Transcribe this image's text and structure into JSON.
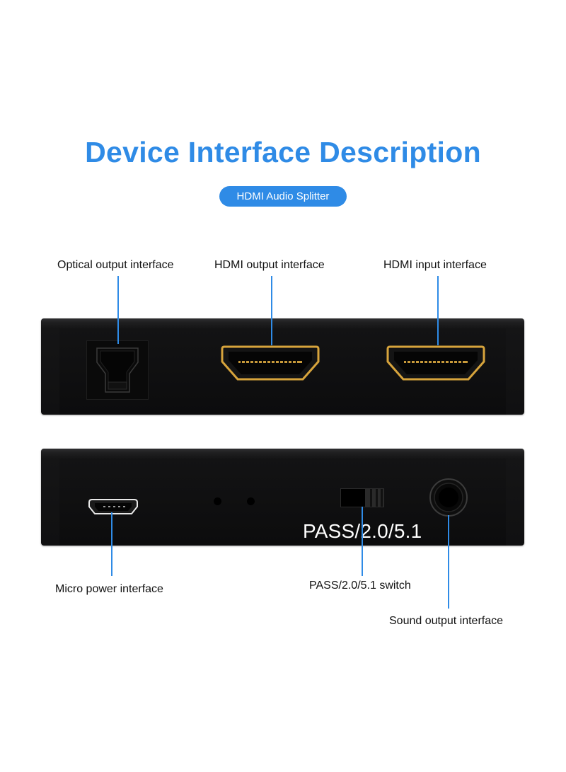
{
  "title": "Device Interface Description",
  "subtitle": "HDMI Audio Splitter",
  "colors": {
    "accent": "#2f8be6",
    "device_body": "#151516",
    "hdmi_trim": "#d7a43c"
  },
  "top_panel": {
    "labels": {
      "optical": "Optical output interface",
      "hdmi_out": "HDMI output interface",
      "hdmi_in": "HDMI input interface"
    }
  },
  "bottom_panel": {
    "printed_text": "PASS/2.0/5.1",
    "labels": {
      "micro_power": "Micro power interface",
      "switch": "PASS/2.0/5.1 switch",
      "sound_out": "Sound output interface"
    }
  },
  "icons": [
    "optical-port-icon",
    "hdmi-port-icon",
    "micro-usb-port-icon",
    "led-indicator-icon",
    "slide-switch-icon",
    "audio-jack-icon"
  ]
}
